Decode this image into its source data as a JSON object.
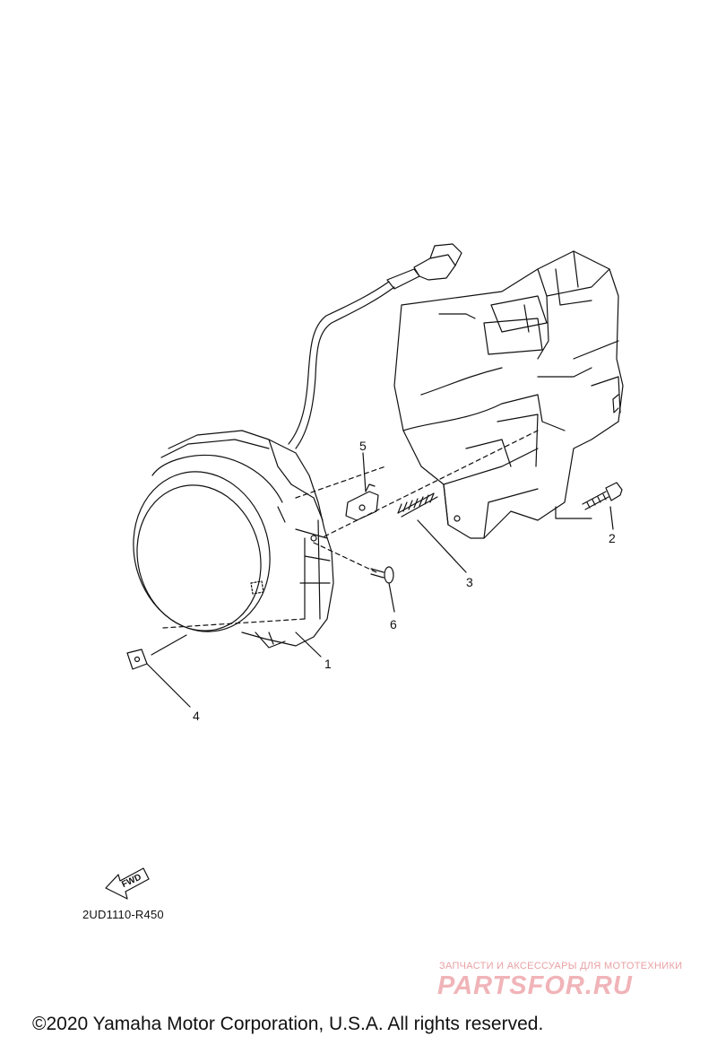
{
  "callouts": [
    {
      "number": "1",
      "part": "headlight-assembly"
    },
    {
      "number": "2",
      "part": "bolt"
    },
    {
      "number": "3",
      "part": "spring"
    },
    {
      "number": "4",
      "part": "nut"
    },
    {
      "number": "5",
      "part": "bracket"
    },
    {
      "number": "6",
      "part": "screw"
    }
  ],
  "fwd_label": "FWD",
  "diagram_code": "2UD1110-R450",
  "watermark": {
    "tagline": "ЗАПЧАСТИ И АКСЕССУАРЫ ДЛЯ МОТОТЕХНИКИ",
    "brand": "PARTSFOR.RU"
  },
  "copyright": "©2020 Yamaha Motor Corporation, U.S.A. All rights reserved."
}
